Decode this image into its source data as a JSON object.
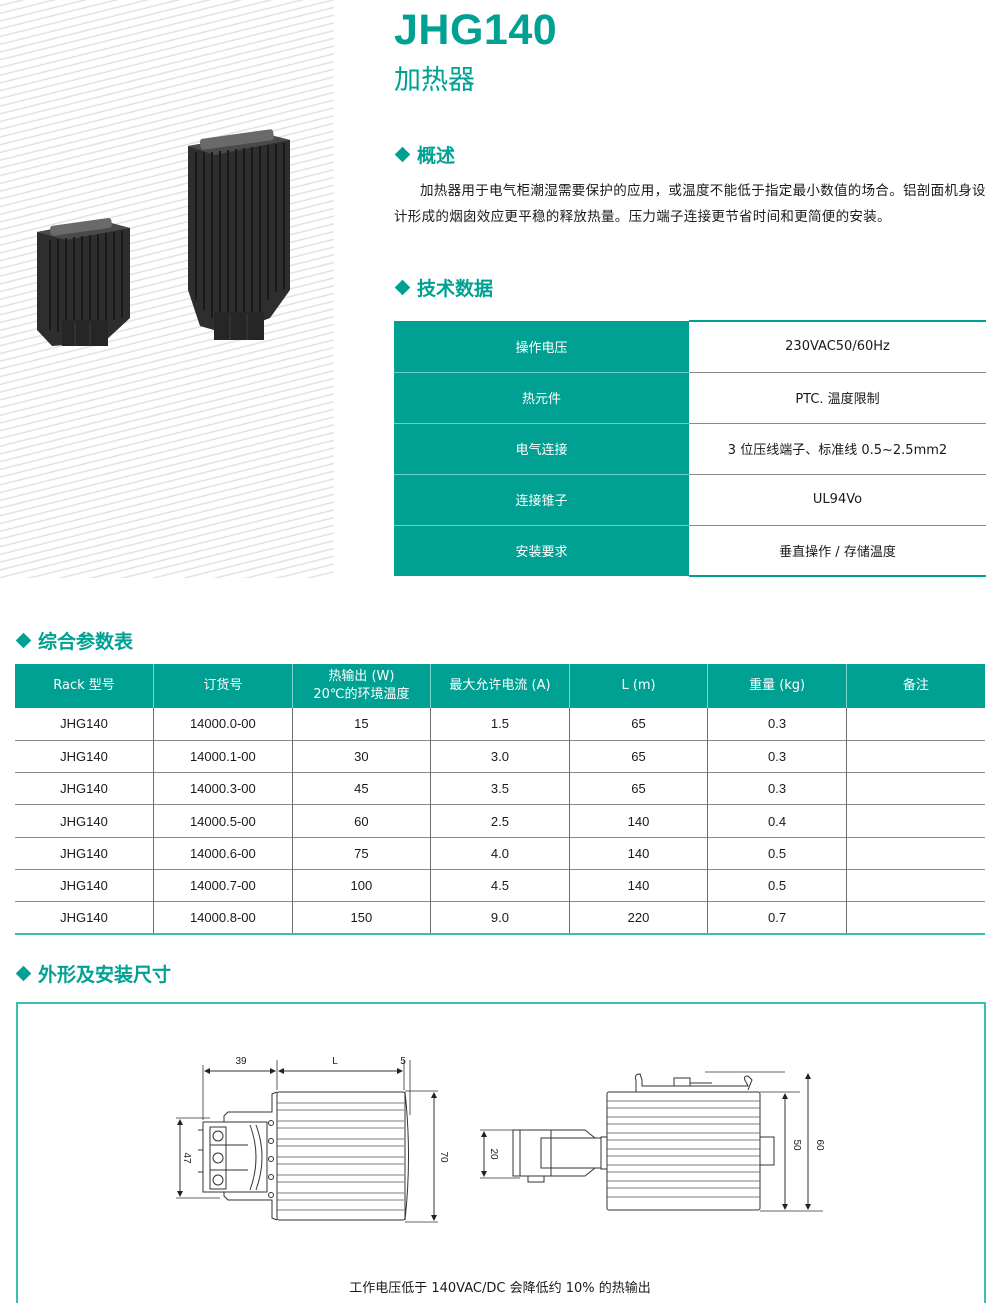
{
  "header": {
    "model": "JHG140",
    "product_name": "加热器"
  },
  "overview": {
    "heading": "概述",
    "text": "加热器用于电气柜潮湿需要保护的应用，或温度不能低于指定最小数值的场合。铝剖面机身设计形成的烟囱效应更平稳的释放热量。压力端子连接更节省时间和更简便的安装。"
  },
  "tech_data": {
    "heading": "技术数据",
    "rows": [
      {
        "label": "操作电压",
        "value": "230VAC50/60Hz"
      },
      {
        "label": "热元件",
        "value": "PTC. 温度限制"
      },
      {
        "label": "电气连接",
        "value": "3 位压线端子、标准线 0.5~2.5mm2"
      },
      {
        "label": "连接锥子",
        "value": "UL94Vo"
      },
      {
        "label": "安装要求",
        "value": "垂直操作 / 存储温度"
      }
    ]
  },
  "params": {
    "heading": "综合参数表",
    "columns": [
      "Rack 型号",
      "订货号",
      "热输出 (W)",
      "20℃的环境温度",
      "最大允许电流 (A)",
      "L (m)",
      "重量 (kg)",
      "备注"
    ],
    "rows": [
      [
        "JHG140",
        "14000.0-00",
        "15",
        "1.5",
        "65",
        "0.3",
        ""
      ],
      [
        "JHG140",
        "14000.1-00",
        "30",
        "3.0",
        "65",
        "0.3",
        ""
      ],
      [
        "JHG140",
        "14000.3-00",
        "45",
        "3.5",
        "65",
        "0.3",
        ""
      ],
      [
        "JHG140",
        "14000.5-00",
        "60",
        "2.5",
        "140",
        "0.4",
        ""
      ],
      [
        "JHG140",
        "14000.6-00",
        "75",
        "4.0",
        "140",
        "0.5",
        ""
      ],
      [
        "JHG140",
        "14000.7-00",
        "100",
        "4.5",
        "140",
        "0.5",
        ""
      ],
      [
        "JHG140",
        "14000.8-00",
        "150",
        "9.0",
        "220",
        "0.7",
        ""
      ]
    ]
  },
  "dimensions": {
    "heading": "外形及安装尺寸",
    "labels": {
      "d39": "39",
      "dL": "L",
      "d5": "5",
      "d47": "47",
      "d70": "70",
      "d20": "20",
      "d50": "50",
      "d60": "60"
    },
    "caption": "工作电压低于 140VAC/DC 会降低约 10% 的热输出"
  },
  "colors": {
    "accent": "#00a193",
    "accent_light": "#39bfb2"
  }
}
